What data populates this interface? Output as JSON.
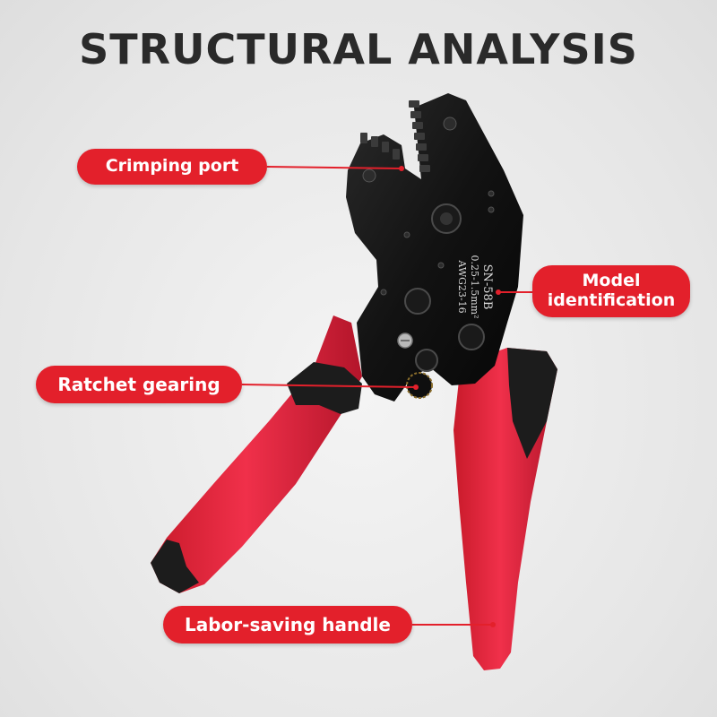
{
  "title": "STRUCTURAL ANALYSIS",
  "labels": {
    "crimping_port": "Crimping port",
    "ratchet_gearing": "Ratchet gearing",
    "labor_saving_handle": "Labor-saving handle",
    "model_identification_line1": "Model",
    "model_identification_line2": "identification"
  },
  "tool_engraving": {
    "model": "SN-58B",
    "range_mm": "0.25-1.5mm²",
    "range_awg": "AWG23-16"
  },
  "colors": {
    "label_fill": "#e3202b",
    "handle_red": "#e8283a",
    "grip_black": "#1c1c1c",
    "jaw_black": "#141414",
    "title_text": "#2a2a2a",
    "leader_line": "#e3202b"
  }
}
